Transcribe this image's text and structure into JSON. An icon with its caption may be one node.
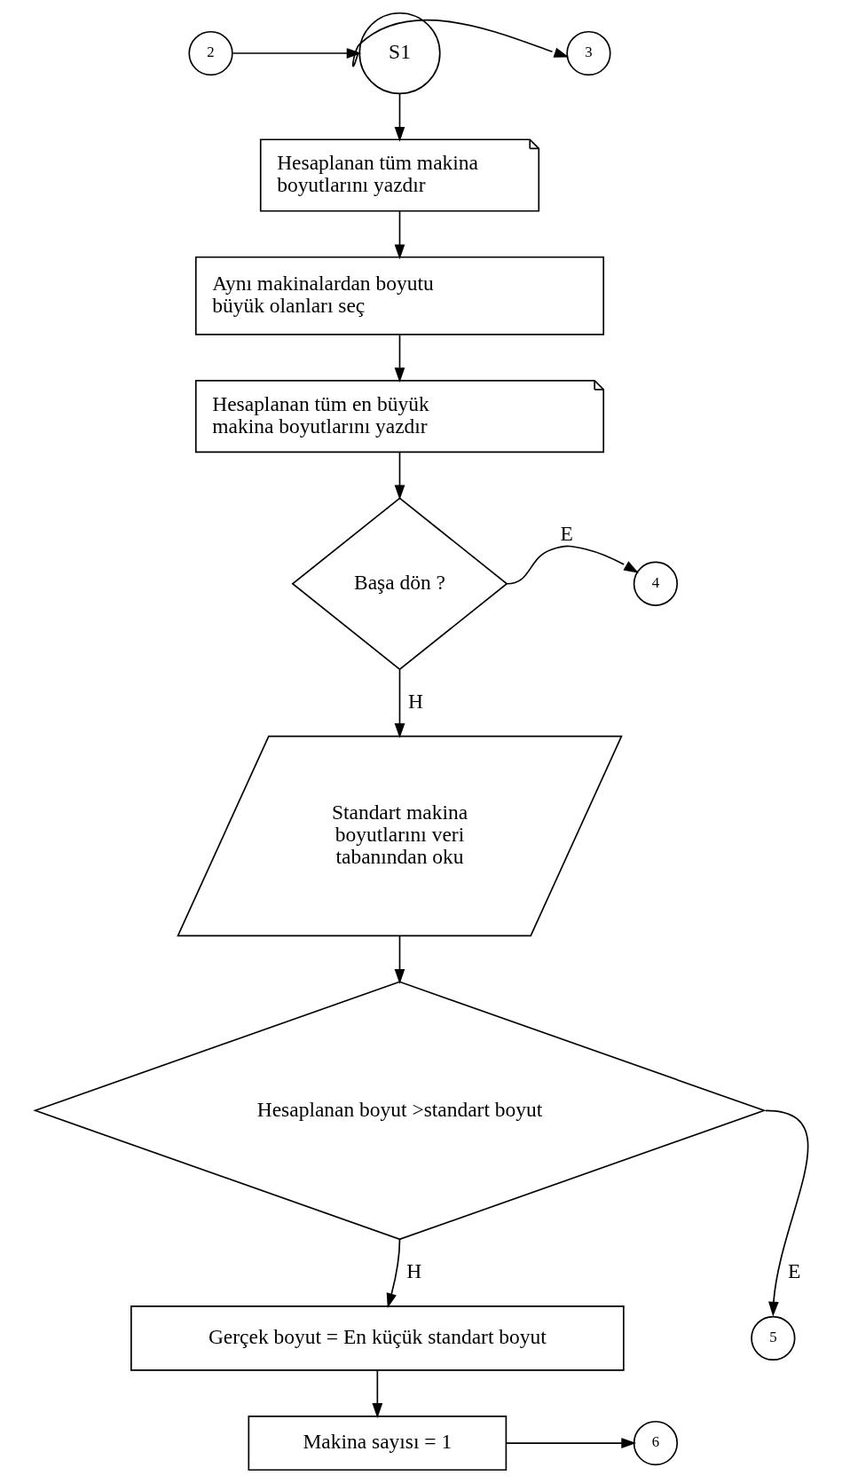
{
  "diagram": {
    "nodes": [
      {
        "text": [
          "2"
        ]
      },
      {
        "text": [
          "S1"
        ]
      },
      {
        "text": [
          "3"
        ]
      },
      {
        "text": [
          "Hesaplanan tüm makina boyutlarını yazdır"
        ]
      },
      {
        "text": [
          "Aynı makinalardan boyutu büyük olanları seç"
        ]
      },
      {
        "text": [
          "Hesaplanan tüm en büyük makina boyutlarını yazdır"
        ]
      },
      {
        "text": [
          "Başa dön ?"
        ]
      },
      {
        "text": [
          "4"
        ]
      },
      {
        "text": [
          "Standart makina boyutlarını veri tabanından oku"
        ]
      },
      {
        "text": [
          "Hesaplanan boyut >standart boyut"
        ]
      },
      {
        "text": [
          "5"
        ]
      },
      {
        "text": [
          "Gerçek boyut = En küçük standart boyut"
        ]
      },
      {
        "text": [
          "Makina sayısı = 1"
        ]
      },
      {
        "text": [
          "6"
        ]
      }
    ],
    "edges": [
      {
        "from": 0,
        "to": 1,
        "arrow": "to"
      },
      {
        "from": 1,
        "to": 2,
        "arrow": "to"
      },
      {
        "from": 1,
        "to": 3,
        "arrow": "to"
      },
      {
        "from": 3,
        "to": 4,
        "arrow": "to"
      },
      {
        "from": 4,
        "to": 5,
        "arrow": "to"
      },
      {
        "from": 5,
        "to": 6,
        "arrow": "to"
      },
      {
        "from": 6,
        "to": 7,
        "label": "E",
        "arrow": "to"
      },
      {
        "from": 6,
        "to": 8,
        "label": "H",
        "arrow": "to"
      },
      {
        "from": 8,
        "to": 9,
        "arrow": "to"
      },
      {
        "from": 9,
        "to": 10,
        "label": "E",
        "arrow": "to"
      },
      {
        "from": 9,
        "to": 11,
        "label": "H",
        "arrow": "to"
      },
      {
        "from": 11,
        "to": 12,
        "arrow": "to"
      },
      {
        "from": 12,
        "to": 13,
        "arrow": "to"
      }
    ]
  }
}
